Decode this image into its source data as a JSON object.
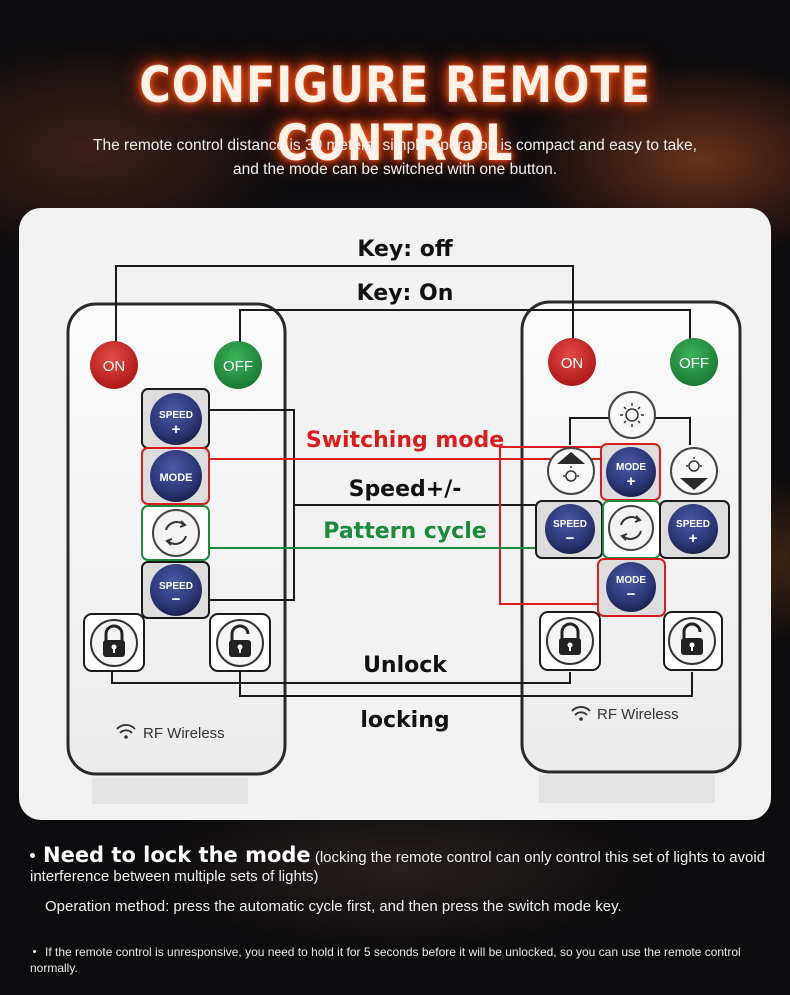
{
  "header": {
    "title": "CONFIGURE REMOTE CONTROL",
    "subtitle_line1": "The remote control distance is 30 meters, simple operation is compact and easy to take,",
    "subtitle_line2": "and the mode can be switched with one button."
  },
  "diagram": {
    "key_off": "Key: off",
    "key_on": "Key: On",
    "switching_mode": "Switching mode",
    "speed": "Speed+/-",
    "pattern_cycle": "Pattern cycle",
    "unlock": "Unlock",
    "locking": "locking",
    "colors": {
      "red": "#d91c1c",
      "green": "#1a8a3c",
      "button_blue": "#2c3777",
      "on_red": "#c8201f",
      "off_green": "#26913f"
    }
  },
  "left_remote": {
    "on": "ON",
    "off": "OFF",
    "speed_plus_top": "SPEED",
    "speed_plus_bottom": "+",
    "mode": "MODE",
    "speed_minus_top": "SPEED",
    "speed_minus_bottom": "−",
    "brand": "RF Wireless"
  },
  "right_remote": {
    "on": "ON",
    "off": "OFF",
    "mode_plus_top": "MODE",
    "mode_plus_bottom": "+",
    "speed_minus_top": "SPEED",
    "speed_minus_bottom": "−",
    "speed_plus_top": "SPEED",
    "speed_plus_bottom": "+",
    "mode_minus_top": "MODE",
    "mode_minus_bottom": "−",
    "brand": "RF Wireless"
  },
  "footer": {
    "lock_title": "Need to lock the mode",
    "lock_desc": "(locking the remote control can only control this set of lights to avoid interference between multiple sets of lights)",
    "operation": "Operation method: press the automatic cycle first, and then press the switch mode key.",
    "note": "If the remote control is unresponsive, you need to hold it for 5 seconds before it will be unlocked, so you can use the remote control normally."
  }
}
